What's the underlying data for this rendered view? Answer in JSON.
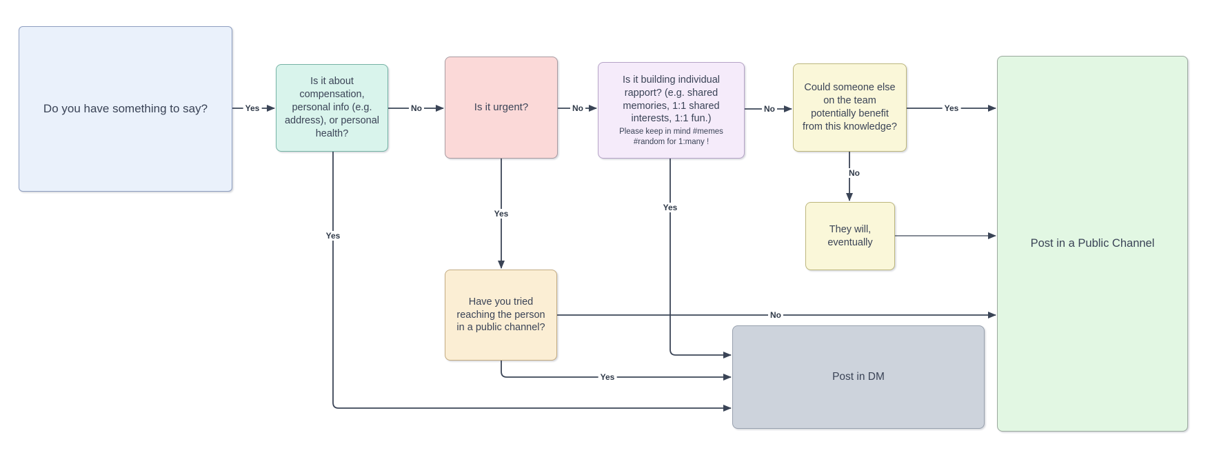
{
  "diagram": {
    "background_color": "#ffffff",
    "line_color": "#3a4456",
    "nodes": [
      {
        "id": "start",
        "label": "Do you have something to say?",
        "fill": "#eaf1fb"
      },
      {
        "id": "sensitive",
        "label": "Is it about compensation, personal info (e.g. address), or personal health?",
        "fill": "#d9f4ec"
      },
      {
        "id": "urgent",
        "label": "Is it urgent?",
        "fill": "#fbd9d8"
      },
      {
        "id": "rapport",
        "label": "Is it building individual rapport? (e.g. shared memories, 1:1 shared interests, 1:1 fun.)",
        "note": "Please keep in mind #memes #random for 1:many !",
        "fill": "#f5ebfa"
      },
      {
        "id": "benefit",
        "label": "Could someone else on the team potentially benefit from this knowledge?",
        "fill": "#faf7d9"
      },
      {
        "id": "eventually",
        "label": "They will, eventually",
        "fill": "#faf7d9"
      },
      {
        "id": "tried-public",
        "label": "Have you tried reaching the person in a public channel?",
        "fill": "#fbeed4"
      },
      {
        "id": "post-dm",
        "label": "Post in DM",
        "fill": "#cdd3dc"
      },
      {
        "id": "post-public",
        "label": "Post in a Public Channel",
        "fill": "#e2f7e3"
      }
    ],
    "edges": [
      {
        "from": "start",
        "to": "sensitive",
        "label": "Yes"
      },
      {
        "from": "sensitive",
        "to": "urgent",
        "label": "No"
      },
      {
        "from": "urgent",
        "to": "rapport",
        "label": "No"
      },
      {
        "from": "rapport",
        "to": "benefit",
        "label": "No"
      },
      {
        "from": "benefit",
        "to": "post-public",
        "label": "Yes"
      },
      {
        "from": "benefit",
        "to": "eventually",
        "label": "No"
      },
      {
        "from": "eventually",
        "to": "post-public",
        "label": ""
      },
      {
        "from": "urgent",
        "to": "tried-public",
        "label": "Yes"
      },
      {
        "from": "tried-public",
        "to": "post-public",
        "label": "No"
      },
      {
        "from": "rapport",
        "to": "post-dm",
        "label": "Yes"
      },
      {
        "from": "tried-public",
        "to": "post-dm",
        "label": "Yes"
      },
      {
        "from": "sensitive",
        "to": "post-dm",
        "label": "Yes"
      }
    ]
  }
}
